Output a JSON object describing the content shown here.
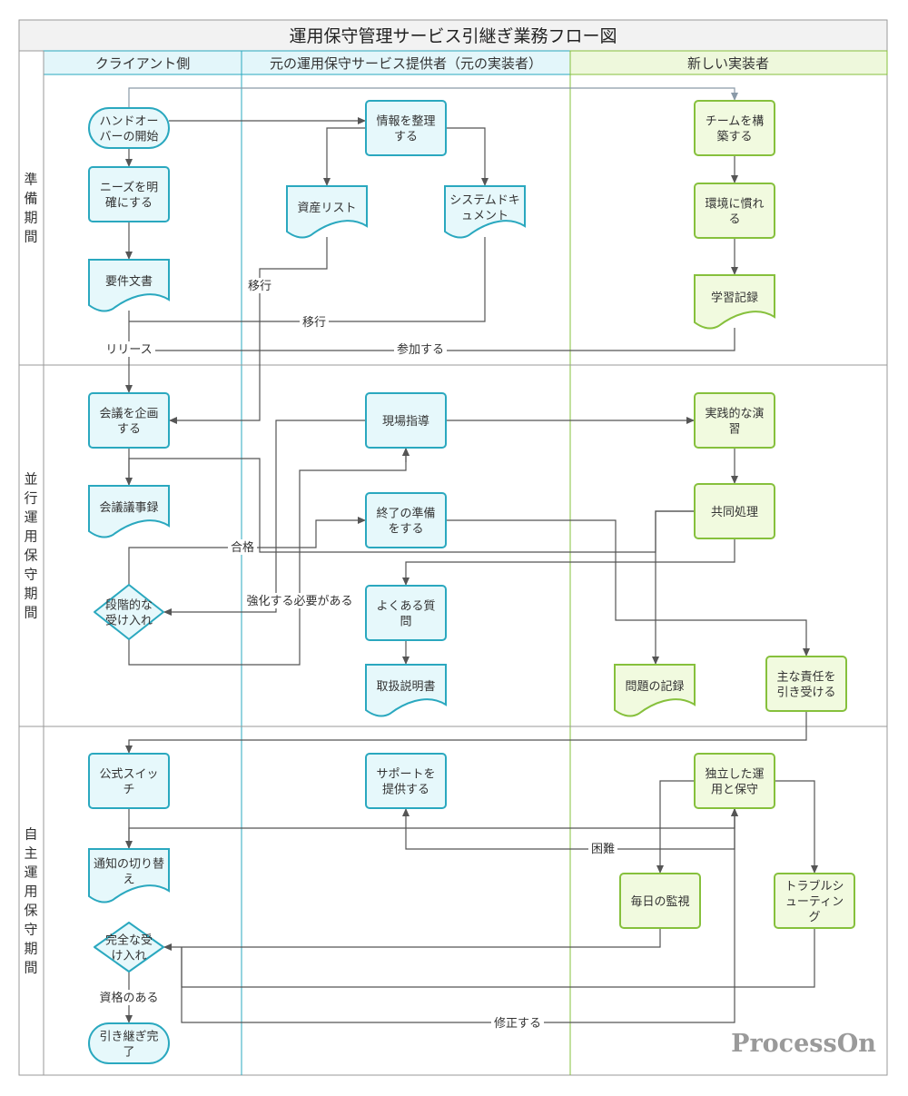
{
  "title": "運用保守管理サービス引継ぎ業務フロー図",
  "lanes": {
    "client": "クライアント側",
    "original": "元の運用保守サービス提供者（元の実装者）",
    "new": "新しい実装者"
  },
  "phases": {
    "prep": "準備期間",
    "parallel": "並行運用保守期間",
    "independent": "自主運用保守期間"
  },
  "nodes": {
    "handover": [
      "ハンドオー",
      "バーの開始"
    ],
    "clarify": [
      "ニーズを明",
      "確にする"
    ],
    "req_doc": [
      "要件文書"
    ],
    "organize": [
      "情報を整理",
      "する"
    ],
    "asset_list": [
      "資産リスト"
    ],
    "sys_doc": [
      "システムドキ",
      "ュメント"
    ],
    "team": [
      "チームを構",
      "築する"
    ],
    "env": [
      "環境に慣れ",
      "る"
    ],
    "learn_rec": [
      "学習記録"
    ],
    "meeting": [
      "会議を企画",
      "する"
    ],
    "minutes": [
      "会議議事録"
    ],
    "staged": [
      "段階的な",
      "受け入れ"
    ],
    "field": [
      "現場指導"
    ],
    "prep_end": [
      "終了の準備",
      "をする"
    ],
    "faq": [
      "よくある質",
      "問"
    ],
    "manual": [
      "取扱説明書"
    ],
    "practice": [
      "実践的な演",
      "習"
    ],
    "joint": [
      "共同処理"
    ],
    "issue_rec": [
      "問題の記録"
    ],
    "main_resp": [
      "主な責任を",
      "引き受ける"
    ],
    "switch": [
      "公式スイッ",
      "チ"
    ],
    "notice": [
      "通知の切り替",
      "え"
    ],
    "full_accept": [
      "完全な受",
      "け入れ"
    ],
    "done": [
      "引き継ぎ完",
      "了"
    ],
    "support": [
      "サポートを",
      "提供する"
    ],
    "independent_ops": [
      "独立した運",
      "用と保守"
    ],
    "daily": [
      "毎日の監視"
    ],
    "trouble": [
      "トラブルシ",
      "ューティン",
      "グ"
    ]
  },
  "edge_labels": {
    "migrate1": "移行",
    "migrate2": "移行",
    "release": "リリース",
    "join": "参加する",
    "pass": "合格",
    "strengthen": "強化する必要がある",
    "difficulty": "困難",
    "qualified": "資格のある",
    "fix": "修正する"
  },
  "brand": "ProcessOn",
  "colors": {
    "client_fill": "#e6f8fb",
    "client_stroke": "#2aa8bf",
    "new_fill": "#f1fadf",
    "new_stroke": "#86c03c",
    "line": "#555555"
  }
}
